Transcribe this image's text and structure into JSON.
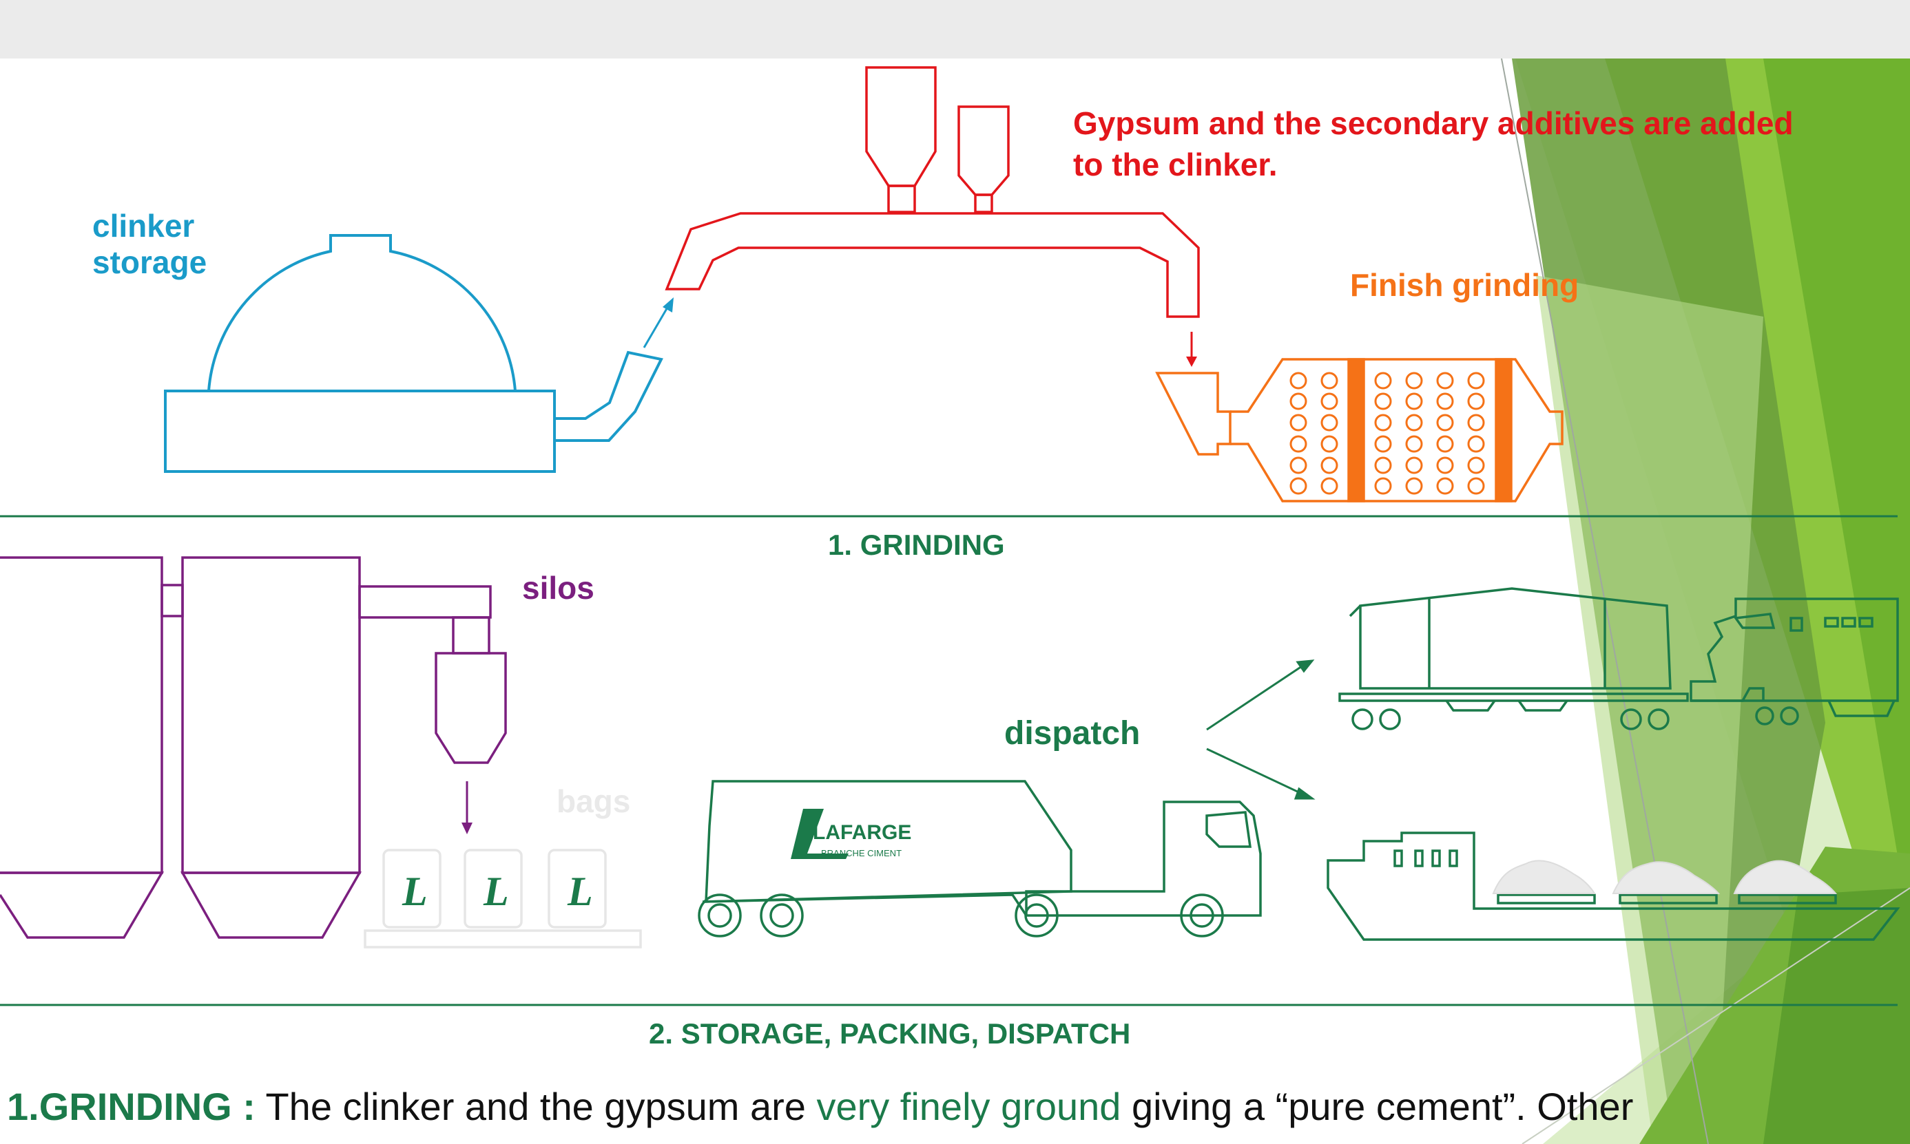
{
  "header": {
    "title": ""
  },
  "labels": {
    "clinker_storage": [
      "clinker",
      "storage"
    ],
    "gypsum_note": [
      "Gypsum and the secondary additives are added",
      "to the clinker."
    ],
    "finish_grinding": "Finish grinding",
    "section1": "1. GRINDING",
    "silos": "silos",
    "bags": "bags",
    "dispatch": "dispatch",
    "section2": "2. STORAGE, PACKING, DISPATCH",
    "truck_brand": "LAFARGE",
    "truck_sub": "BRANCHE CIMENT",
    "bag_logo": "L"
  },
  "paragraph": {
    "head": "1.GRINDING :",
    "text1": " The clinker and the gypsum are ",
    "highlight": "very finely ground",
    "text2": " giving a “pure cement”. Other"
  },
  "colors": {
    "clinker": "#1a9bc9",
    "gypsum": "#e3161b",
    "grinding": "#f57217",
    "section": "#1b7a4a",
    "silos": "#7b1f7f",
    "bags": "#e6e6e6",
    "dispatch": "#1b7a4a",
    "accent_green": "#8dc63f"
  }
}
